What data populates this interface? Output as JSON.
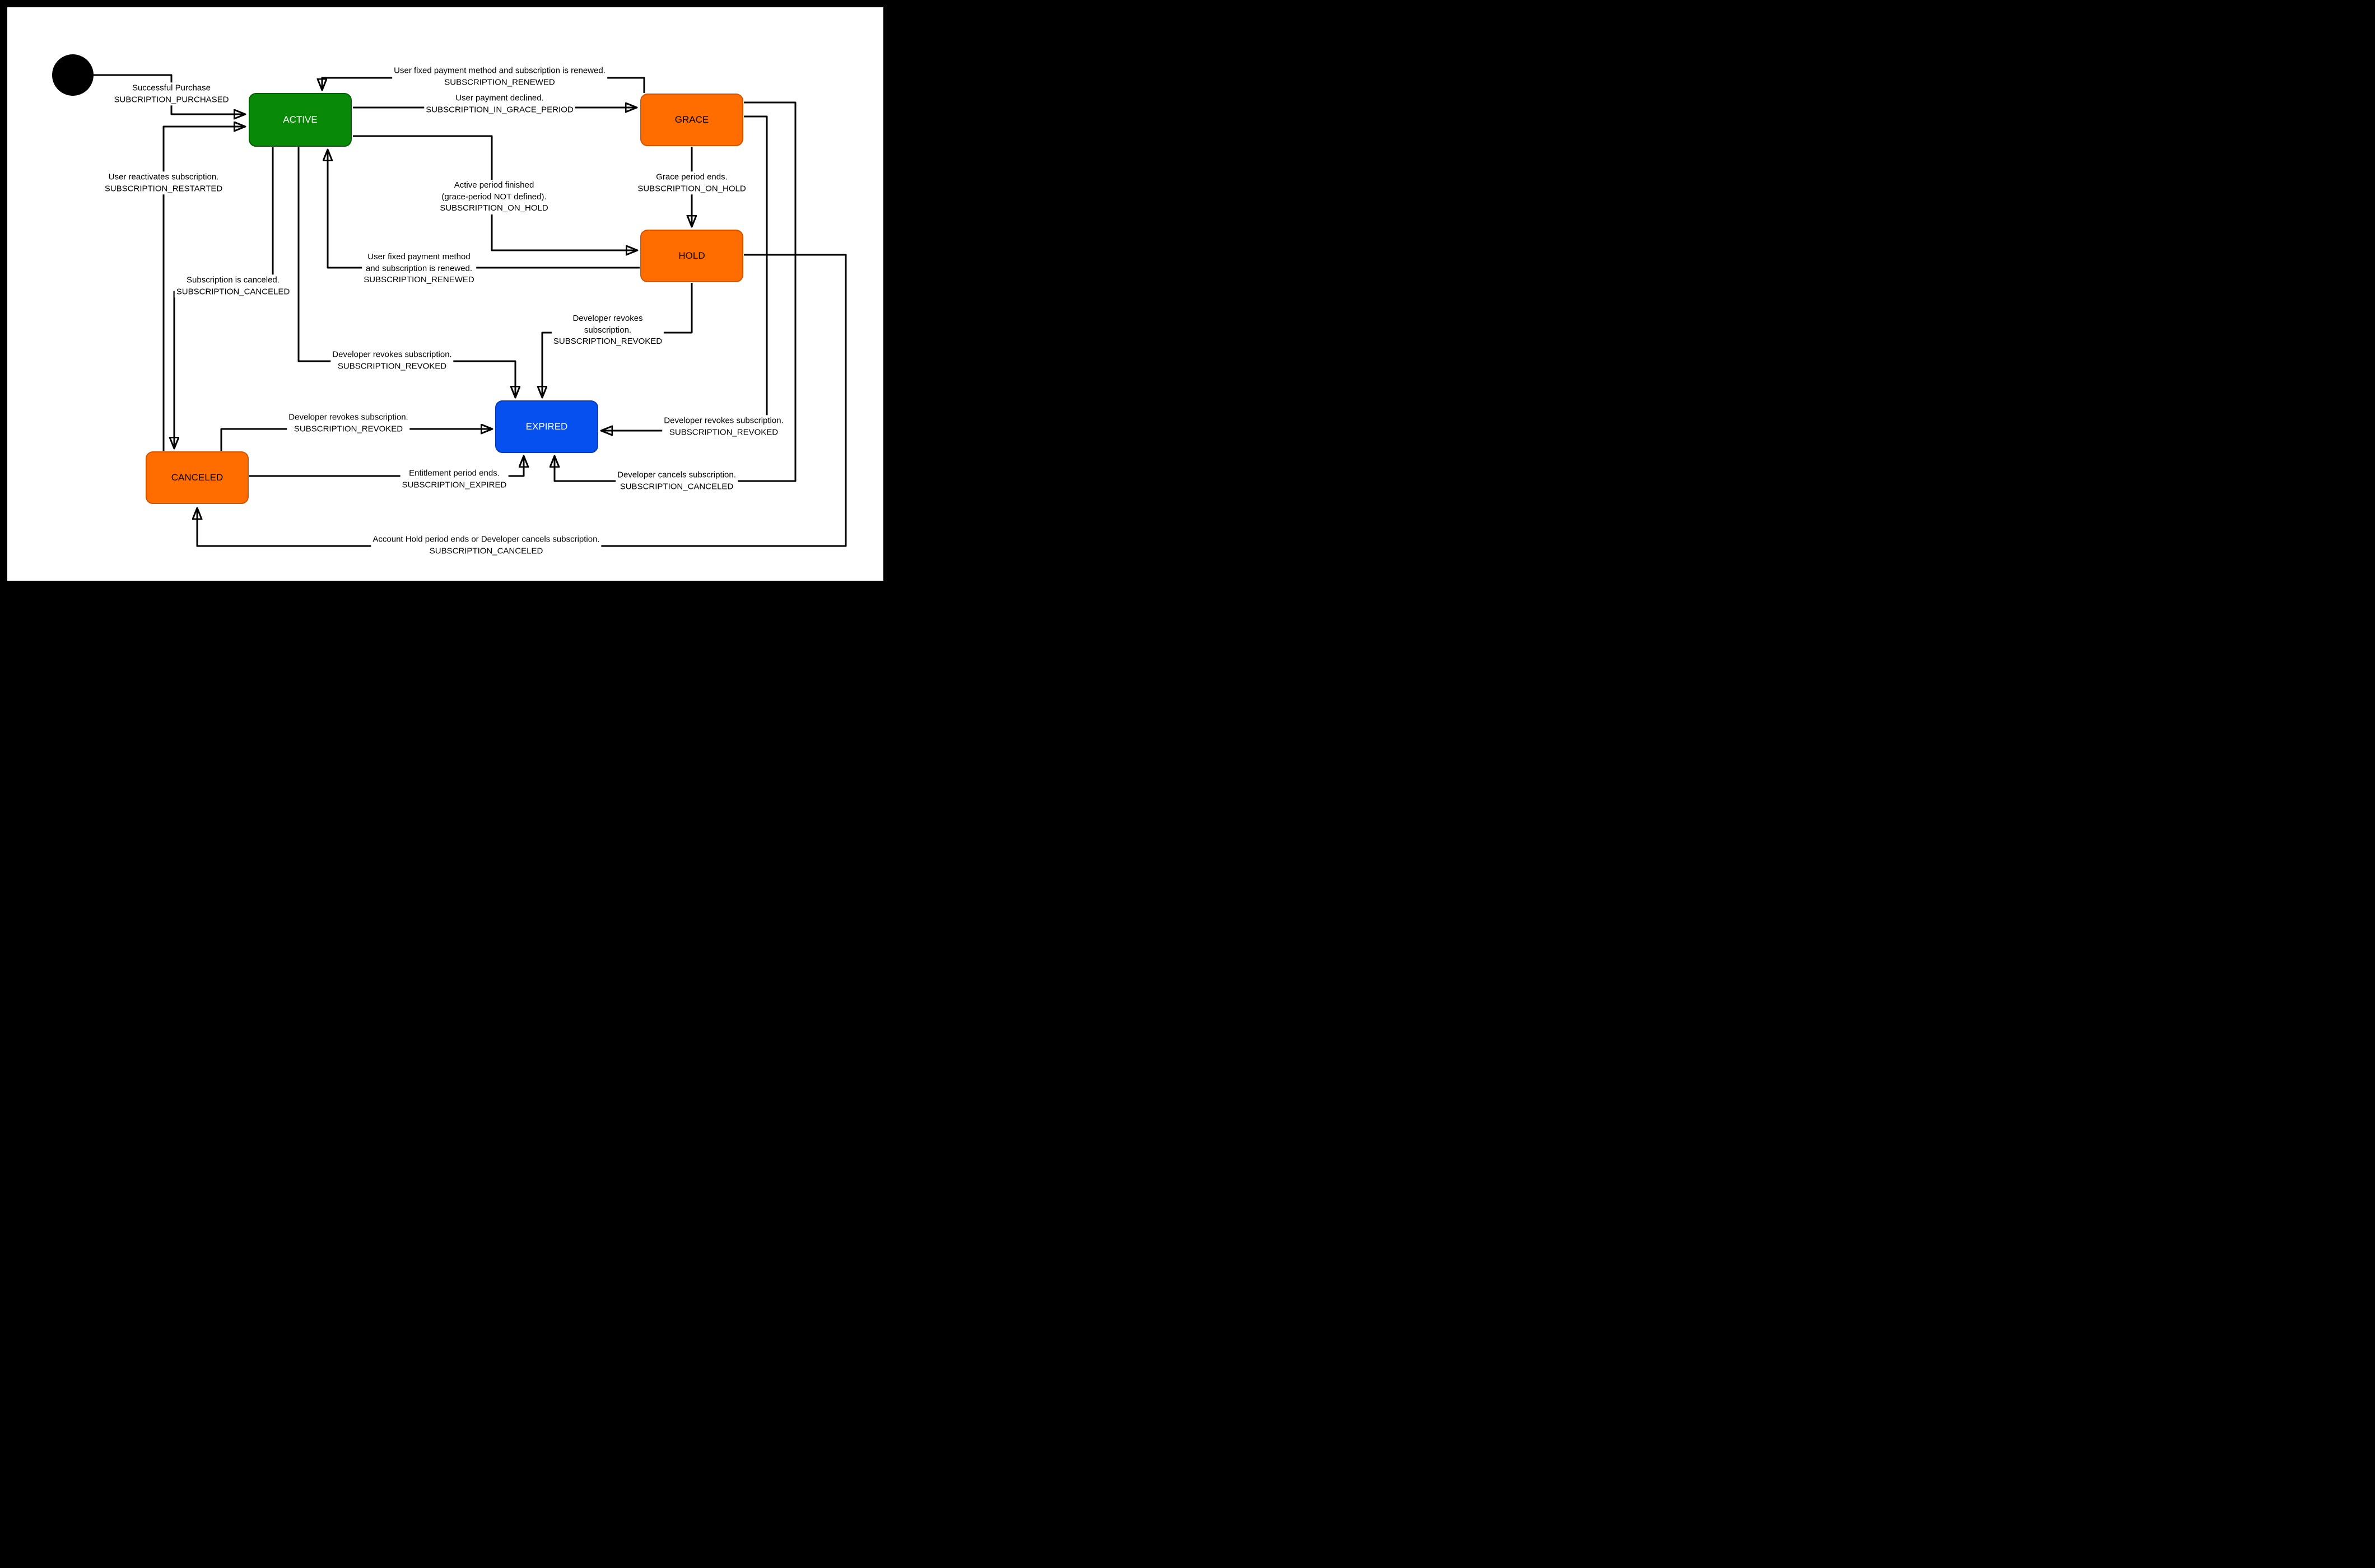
{
  "diagram": {
    "type": "state-machine",
    "title": "Subscription lifecycle state diagram",
    "canvas": {
      "background": "#FFFFFF",
      "frame_color": "#000000",
      "line_color": "#000000"
    },
    "states": [
      {
        "id": "start",
        "type": "initial",
        "label": "",
        "fill": "#000000"
      },
      {
        "id": "active",
        "label": "ACTIVE",
        "fill": "#088A08",
        "stroke": "#055E05",
        "text_color": "#FFFFFF"
      },
      {
        "id": "grace",
        "label": "GRACE",
        "fill": "#FF6D00",
        "stroke": "#D45500",
        "text_color": "#000000"
      },
      {
        "id": "hold",
        "label": "HOLD",
        "fill": "#FF6D00",
        "stroke": "#D45500",
        "text_color": "#000000"
      },
      {
        "id": "expired",
        "label": "EXPIRED",
        "fill": "#0550EE",
        "stroke": "#0A3CB8",
        "text_color": "#FFFFFF"
      },
      {
        "id": "canceled",
        "label": "CANCELED",
        "fill": "#FF6D00",
        "stroke": "#D45500",
        "text_color": "#000000"
      }
    ],
    "transitions": [
      {
        "from": "start",
        "to": "active",
        "lines": [
          "Successful Purchase",
          "SUBCRIPTION_PURCHASED"
        ]
      },
      {
        "from": "grace",
        "to": "active",
        "lines": [
          "User fixed payment method and subscription is renewed.",
          "SUBSCRIPTION_RENEWED"
        ]
      },
      {
        "from": "active",
        "to": "grace",
        "lines": [
          "User payment declined.",
          "SUBSCRIPTION_IN_GRACE_PERIOD"
        ]
      },
      {
        "from": "grace",
        "to": "hold",
        "lines": [
          "Grace period ends.",
          "SUBSCRIPTION_ON_HOLD"
        ]
      },
      {
        "from": "active",
        "to": "hold",
        "lines": [
          "Active period finished",
          "(grace-period NOT defined).",
          "SUBSCRIPTION_ON_HOLD"
        ]
      },
      {
        "from": "hold",
        "to": "active",
        "lines": [
          "User fixed payment method",
          "and subscription is renewed.",
          "SUBSCRIPTION_RENEWED"
        ]
      },
      {
        "from": "active",
        "to": "expired",
        "lines": [
          "Developer revokes subscription.",
          "SUBSCRIPTION_REVOKED"
        ]
      },
      {
        "from": "hold",
        "to": "expired",
        "lines": [
          "Developer revokes",
          "subscription.",
          "SUBSCRIPTION_REVOKED"
        ]
      },
      {
        "from": "canceled",
        "to": "expired",
        "lines": [
          "Developer revokes subscription.",
          "SUBSCRIPTION_REVOKED"
        ]
      },
      {
        "from": "grace",
        "to": "expired",
        "lines": [
          "Developer revokes subscription.",
          "SUBSCRIPTION_REVOKED"
        ]
      },
      {
        "from": "canceled",
        "to": "expired",
        "lines": [
          "Entitlement period ends.",
          "SUBSCRIPTION_EXPIRED"
        ]
      },
      {
        "from": "grace",
        "to": "expired",
        "lines": [
          "Developer cancels subscription.",
          "SUBSCRIPTION_CANCELED"
        ]
      },
      {
        "from": "hold",
        "to": "canceled",
        "lines": [
          "Account Hold period ends or Developer cancels subscription.",
          "SUBSCRIPTION_CANCELED"
        ]
      },
      {
        "from": "active",
        "to": "canceled",
        "lines": [
          "Subscription is canceled.",
          "SUBSCRIPTION_CANCELED"
        ]
      },
      {
        "from": "canceled",
        "to": "active",
        "lines": [
          "User reactivates subscription.",
          "SUBSCRIPTION_RESTARTED"
        ]
      }
    ]
  }
}
